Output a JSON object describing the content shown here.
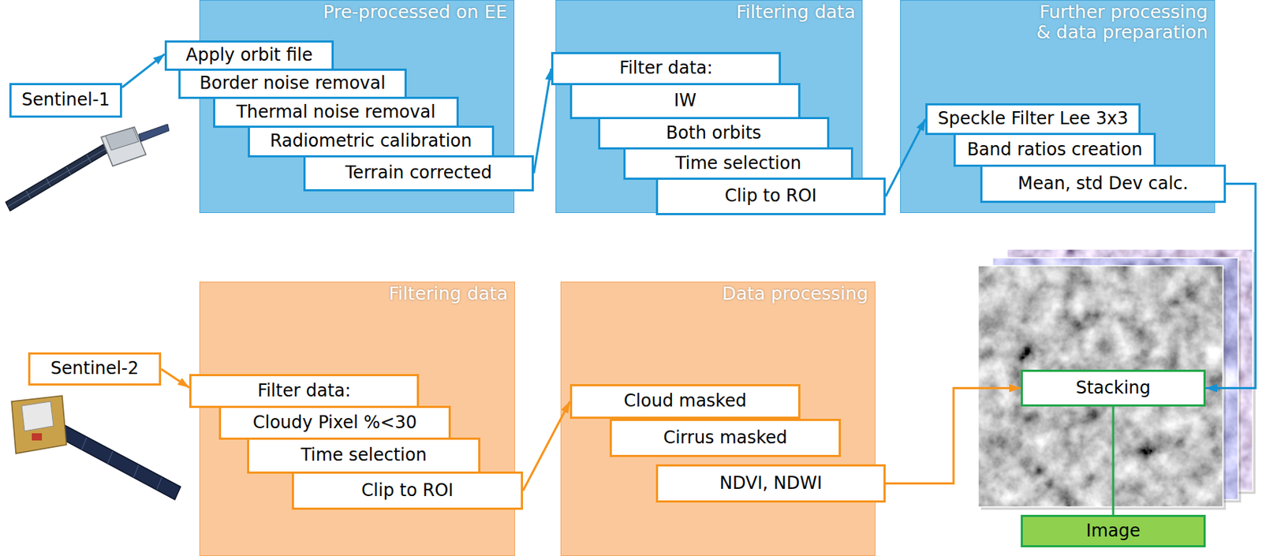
{
  "diagram": {
    "nodes": [
      {
        "text": [
          "Sentinel-1"
        ]
      },
      {
        "text": [
          "Pre-processed on EE"
        ]
      },
      {
        "text": [
          "Apply orbit file"
        ],
        "in": 1
      },
      {
        "text": [
          "Border noise removal"
        ],
        "in": 1
      },
      {
        "text": [
          "Thermal noise removal"
        ],
        "in": 1
      },
      {
        "text": [
          "Radiometric calibration"
        ],
        "in": 1
      },
      {
        "text": [
          "Terrain corrected"
        ],
        "in": 1
      },
      {
        "text": [
          "Filtering data"
        ]
      },
      {
        "text": [
          "Filter data:"
        ],
        "in": 7
      },
      {
        "text": [
          "IW"
        ],
        "in": 7
      },
      {
        "text": [
          "Both orbits"
        ],
        "in": 7
      },
      {
        "text": [
          "Time selection"
        ],
        "in": 7
      },
      {
        "text": [
          "Clip to ROI"
        ],
        "in": 7
      },
      {
        "text": [
          "Further processing & data preparation"
        ]
      },
      {
        "text": [
          "Speckle Filter Lee 3x3"
        ],
        "in": 13
      },
      {
        "text": [
          "Band ratios creation"
        ],
        "in": 13
      },
      {
        "text": [
          "Mean, std Dev calc."
        ],
        "in": 13
      },
      {
        "text": [
          "Sentinel-2"
        ]
      },
      {
        "text": [
          "Filtering data"
        ]
      },
      {
        "text": [
          "Filter data:"
        ],
        "in": 18
      },
      {
        "text": [
          "Cloudy Pixel %<30"
        ],
        "in": 18
      },
      {
        "text": [
          "Time selection"
        ],
        "in": 18
      },
      {
        "text": [
          "Clip to ROI"
        ],
        "in": 18
      },
      {
        "text": [
          "Data processing"
        ]
      },
      {
        "text": [
          "Cloud masked"
        ],
        "in": 23
      },
      {
        "text": [
          "Cirrus masked"
        ],
        "in": 23
      },
      {
        "text": [
          "NDVI, NDWI"
        ],
        "in": 23
      },
      {
        "text": [
          "Stacking"
        ]
      },
      {
        "text": [
          "Image"
        ]
      }
    ],
    "edges": [
      {
        "from": 0,
        "to": 2,
        "arrow": "to"
      },
      {
        "from": 6,
        "to": 8,
        "arrow": "to"
      },
      {
        "from": 12,
        "to": 14,
        "arrow": "to"
      },
      {
        "from": 16,
        "to": 27,
        "arrow": "to"
      },
      {
        "from": 17,
        "to": 19,
        "arrow": "to"
      },
      {
        "from": 22,
        "to": 24,
        "arrow": "to"
      },
      {
        "from": 26,
        "to": 27,
        "arrow": "to"
      },
      {
        "from": 27,
        "to": 28,
        "arrow": "none"
      }
    ]
  }
}
